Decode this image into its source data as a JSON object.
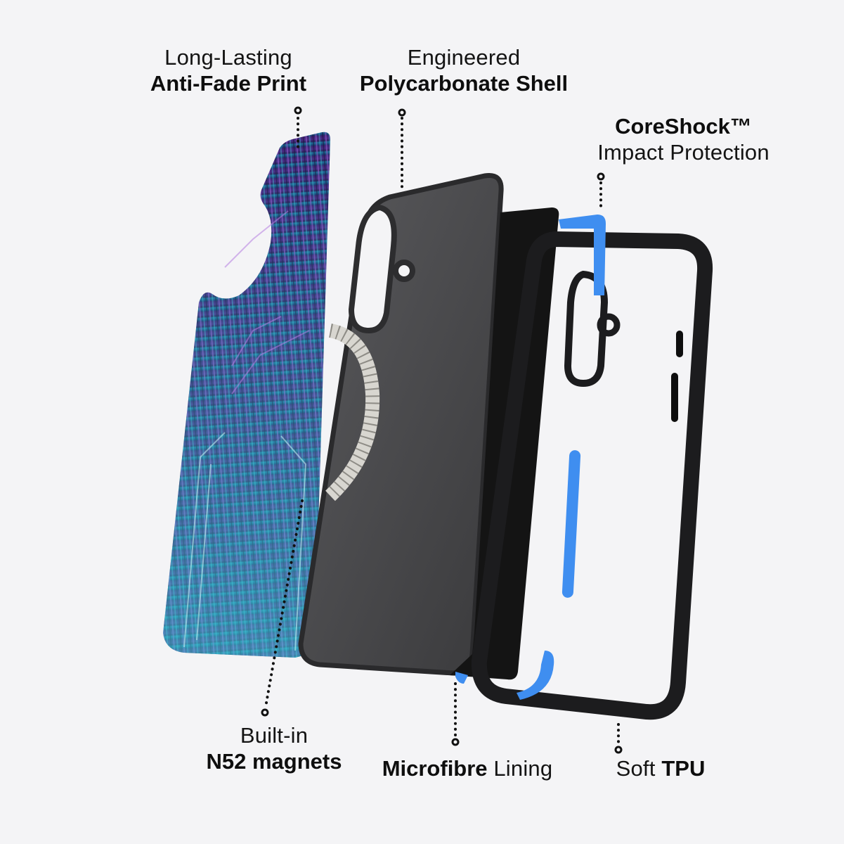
{
  "background_color": "#f4f4f6",
  "accent_color": "#3f8ef0",
  "callouts": [
    {
      "id": "print",
      "line1": "Long-Lasting",
      "line2": "Anti-Fade Print"
    },
    {
      "id": "shell",
      "line1": "Engineered",
      "line2": "Polycarbonate Shell"
    },
    {
      "id": "coreshock",
      "line1": "CoreShock™",
      "line2": "Impact Protection"
    },
    {
      "id": "magnets",
      "line1": "Built-in",
      "line2": "N52 magnets"
    },
    {
      "id": "lining",
      "bold": "Microfibre",
      "light": " Lining"
    },
    {
      "id": "tpu",
      "light": "Soft ",
      "bold": "TPU"
    }
  ],
  "layers": [
    {
      "name": "Anti-fade printed back plate",
      "pattern_colors": [
        "#2a1a55",
        "#6a3aa8",
        "#9b5cd0",
        "#1f8fb0",
        "#48d4e0",
        "#c9f4f8"
      ]
    },
    {
      "name": "Polycarbonate shell",
      "color": "#4a4a4c"
    },
    {
      "name": "N52 magnet ring",
      "color": "#d8d6d0"
    },
    {
      "name": "Microfibre lining",
      "color": "#141414"
    },
    {
      "name": "CoreShock inserts",
      "color": "#3f8ef0"
    },
    {
      "name": "Soft TPU bumper",
      "color": "#1c1c1e"
    }
  ]
}
